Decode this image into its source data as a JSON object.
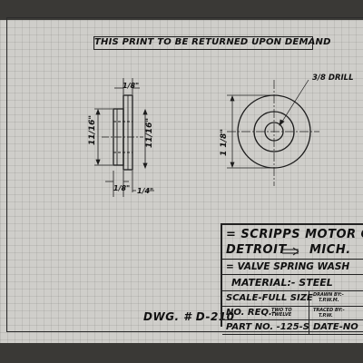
{
  "notice": "THIS PRINT TO BE RETURNED UPON DEMAND",
  "dims": {
    "top_small": "1/8\"",
    "left_tall": "11/16\"",
    "mid_tall": "11/16\"",
    "bottom_small": "1/8\"",
    "bottom_wide": "1/4\"",
    "od": "1 1/8\"",
    "drill": "3/8 DRILL"
  },
  "drawing_number": "DWG. # D-210",
  "title_block": {
    "company_line1": "= SCRIPPS MOTOR C",
    "company_city": "DETROIT",
    "company_state": "MICH.",
    "part_name": "= VALVE SPRING WASH",
    "material": "MATERIAL:- STEEL",
    "scale": "SCALE-FULL SIZE",
    "drawn_by_label": "DRAWN BY:-",
    "drawn_by": "T.P.W.M.",
    "no_req_label": "NO. REQ.-",
    "no_req": "TWO TO TWELVE",
    "traced_by_label": "TRACED BY:-",
    "traced_by": "T.P.W.",
    "part_no": "PART NO. -125-S",
    "date": "DATE-NO"
  }
}
